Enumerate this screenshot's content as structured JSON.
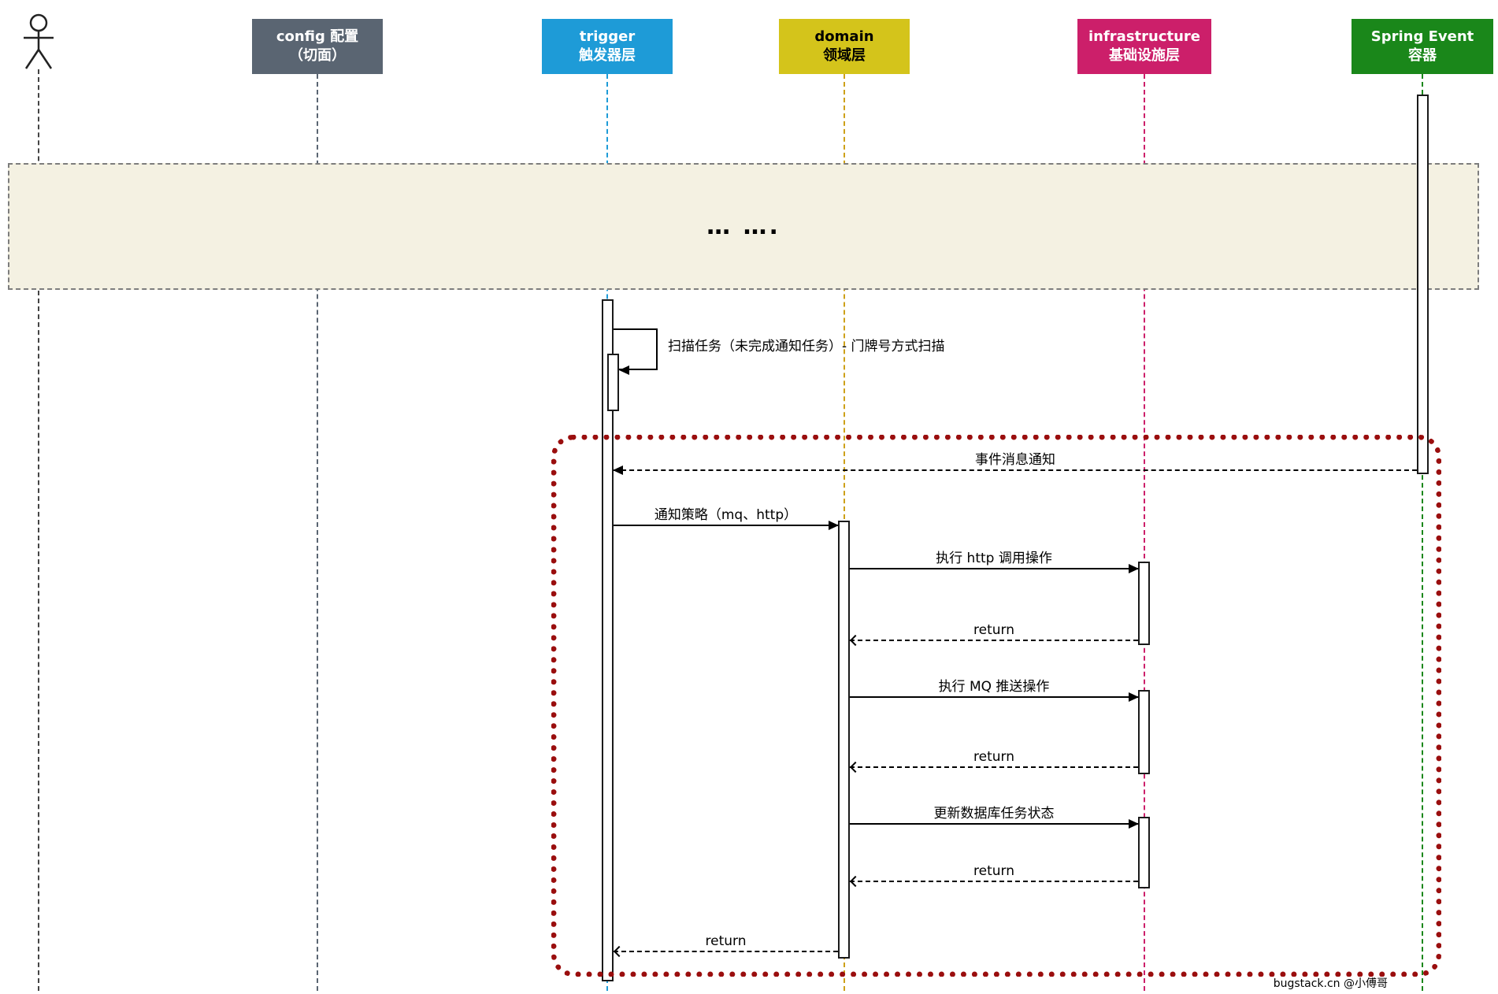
{
  "colors": {
    "config": "#5a6572",
    "trigger": "#1e9bd7",
    "domain": "#d4c41b",
    "infrastructure": "#cc1f6a",
    "spring": "#1a871a",
    "band_bg": "#f4f1e2",
    "frame": "#9a0e0e"
  },
  "participants": [
    {
      "id": "user"
    },
    {
      "id": "config",
      "label": "config 配置\n（切面）"
    },
    {
      "id": "trigger",
      "label": "trigger\n触发器层"
    },
    {
      "id": "domain",
      "label": "domain\n领域层"
    },
    {
      "id": "infrastructure",
      "label": "infrastructure\n基础设施层"
    },
    {
      "id": "spring",
      "label": "Spring Event\n容器"
    }
  ],
  "band": {
    "text": "… …."
  },
  "messages": [
    {
      "label": "扫描任务（未完成通知任务）- 门牌号方式扫描",
      "type": "self",
      "from": "trigger",
      "to": "trigger"
    },
    {
      "label": "事件消息通知",
      "type": "dashed",
      "from": "spring",
      "to": "trigger"
    },
    {
      "label": "通知策略（mq、http）",
      "type": "solid",
      "from": "trigger",
      "to": "domain"
    },
    {
      "label": "执行 http 调用操作",
      "type": "solid",
      "from": "domain",
      "to": "infrastructure"
    },
    {
      "label": "return",
      "type": "dashed",
      "from": "infrastructure",
      "to": "domain"
    },
    {
      "label": "执行 MQ 推送操作",
      "type": "solid",
      "from": "domain",
      "to": "infrastructure"
    },
    {
      "label": "return",
      "type": "dashed",
      "from": "infrastructure",
      "to": "domain"
    },
    {
      "label": "更新数据库任务状态",
      "type": "solid",
      "from": "domain",
      "to": "infrastructure"
    },
    {
      "label": "return",
      "type": "dashed",
      "from": "infrastructure",
      "to": "domain"
    },
    {
      "label": "return",
      "type": "dashed",
      "from": "domain",
      "to": "trigger"
    }
  ],
  "footer": {
    "watermark": "bugstack.cn @小傅哥"
  }
}
